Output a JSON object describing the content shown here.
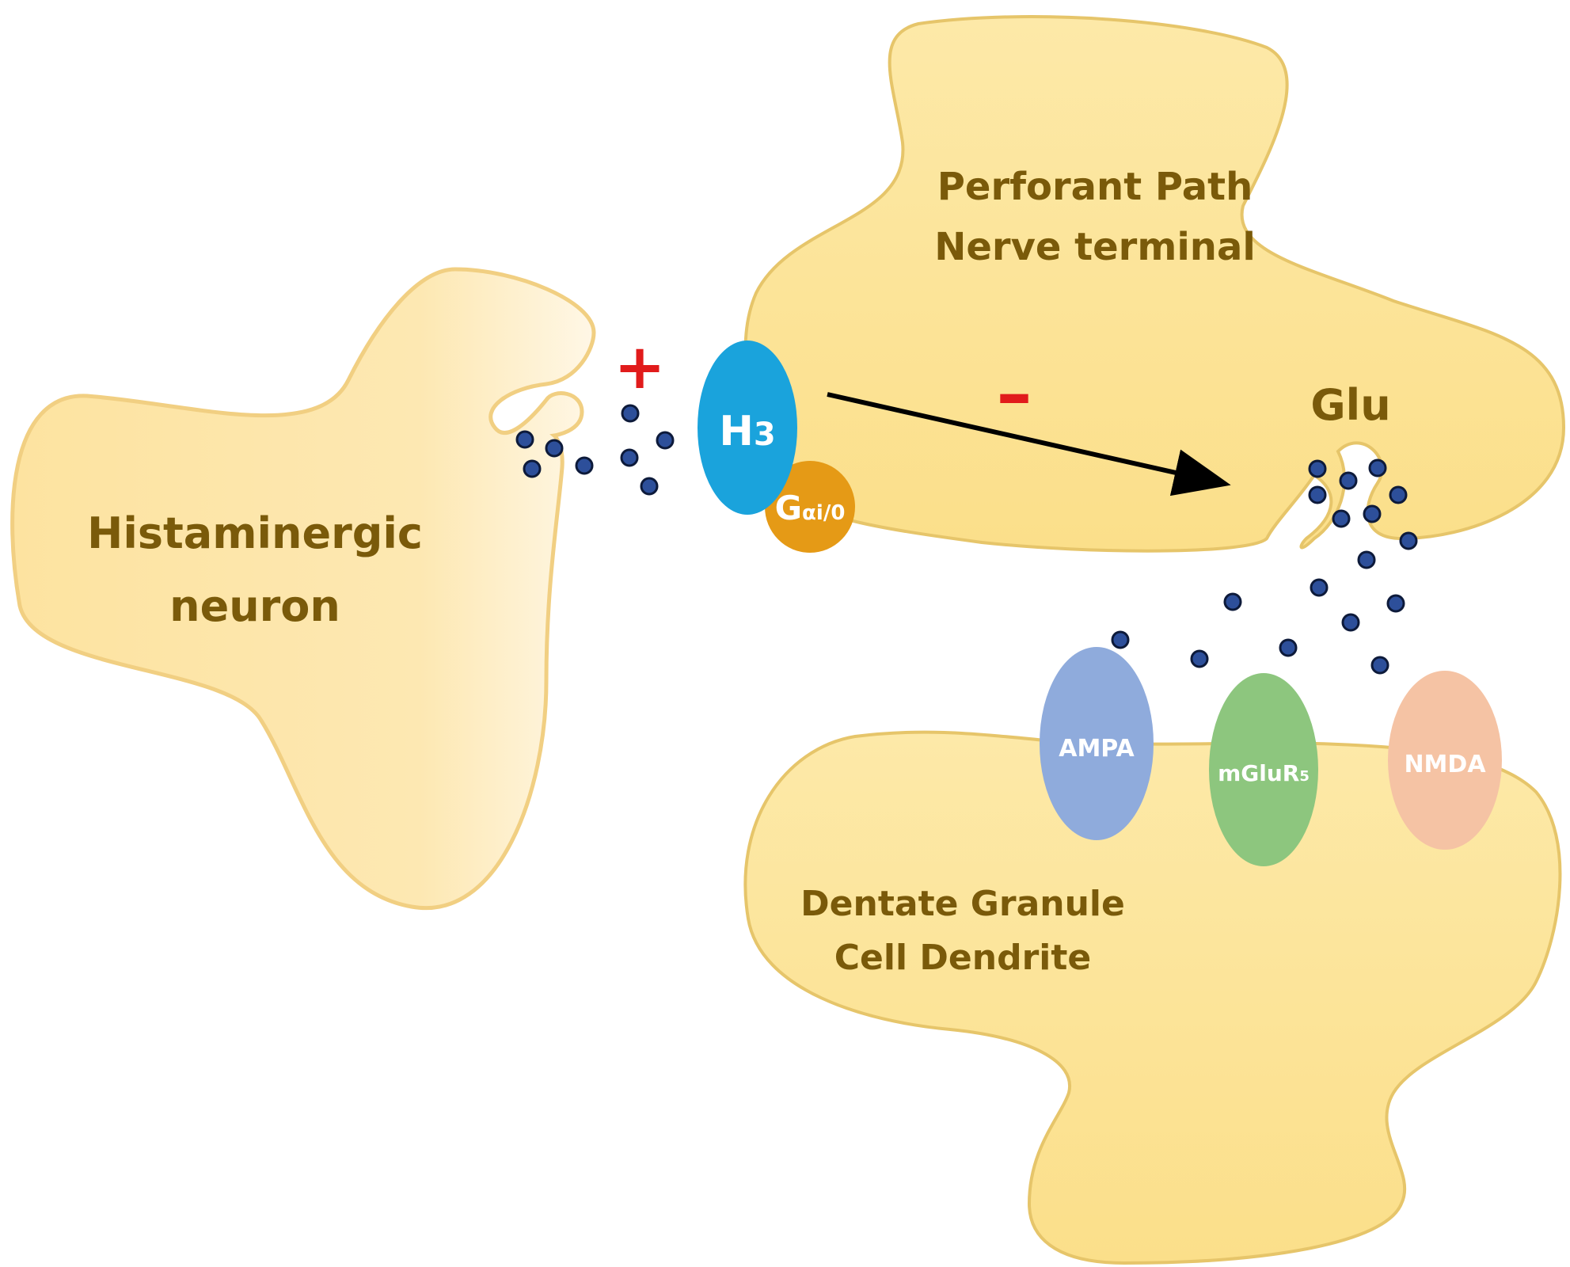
{
  "labels": {
    "histaminergic_line1": "Histaminergic",
    "histaminergic_line2": "neuron",
    "perforant_line1": "Perforant Path",
    "perforant_line2": "Nerve terminal",
    "dentate_line1": "Dentate Granule",
    "dentate_line2": "Cell Dendrite",
    "glu": "Glu",
    "plus_sign": "+",
    "minus_sign": "–"
  },
  "receptors": {
    "h3": {
      "main": "H",
      "sub": "3"
    },
    "gprotein": {
      "main": "G",
      "sub": "αi/0"
    },
    "ampa": "AMPA",
    "mglur": {
      "main": "mGluR",
      "sub": "5"
    },
    "nmda": "NMDA"
  },
  "colors": {
    "cell_fill": "#fde49a",
    "cell_stroke": "#e6c56a",
    "label_text": "#7a5a0a",
    "h3": "#1aa3dc",
    "gprotein": "#e59a16",
    "ampa": "#8fabdc",
    "mglur": "#8dc67e",
    "nmda": "#f5c3a4",
    "plus": "#e11b1b",
    "minus": "#e11b1b",
    "vesicle": "#2d4f9a",
    "arrow": "#000000"
  }
}
